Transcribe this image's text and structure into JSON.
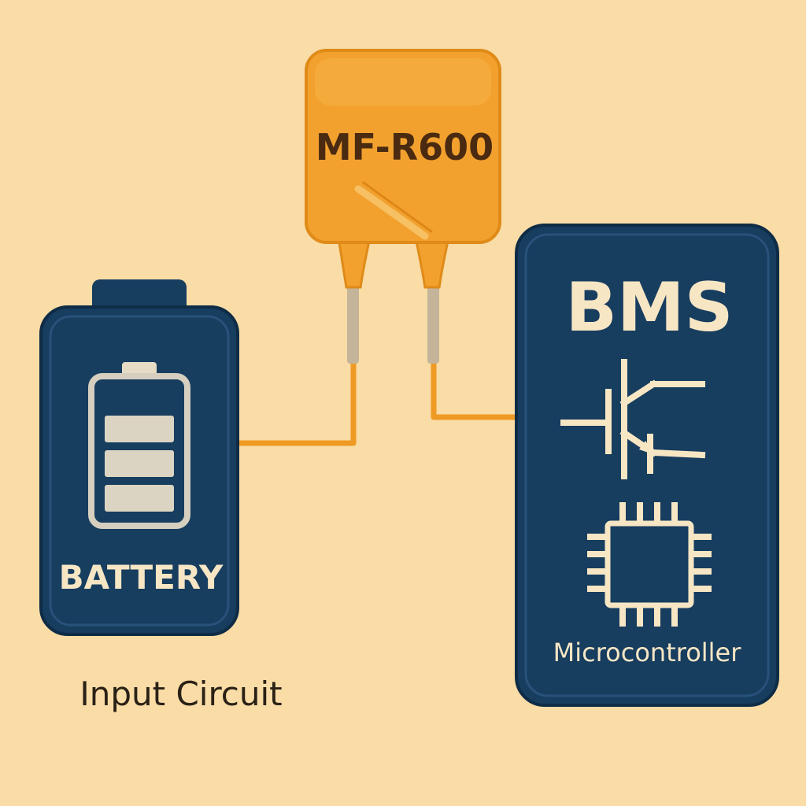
{
  "ptc_fuse": {
    "label": "MF-R600",
    "color": "#f2a12e"
  },
  "battery": {
    "label": "BATTERY",
    "color": "#173d5f",
    "level_segments_filled": 3,
    "level_segments_total": 3
  },
  "bms": {
    "title": "BMS",
    "component_label": "Microcontroller",
    "color": "#173d5f"
  },
  "caption": {
    "text": "Input Circuit"
  },
  "colors": {
    "background": "#f9dca6",
    "wire": "#ef9a24",
    "text_light": "#f6e6c4",
    "text_dark": "#2a2116"
  },
  "icons": [
    "battery-icon",
    "igbt-transistor-icon",
    "microcontroller-chip-icon"
  ]
}
